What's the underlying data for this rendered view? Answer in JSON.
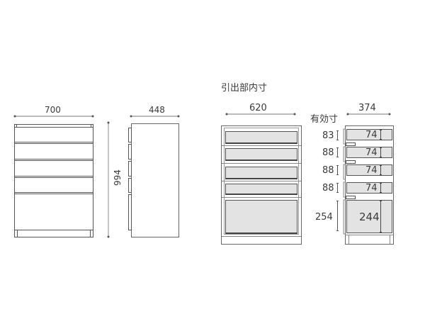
{
  "section_title": "引出部内寸",
  "effective_label": "有効寸",
  "front_view": {
    "width_label": "700"
  },
  "side_view": {
    "depth_label": "448",
    "height_label": "994"
  },
  "inner_front_view": {
    "width_label": "620"
  },
  "inner_side_view": {
    "depth_label": "374",
    "drawers": [
      {
        "effective": "83",
        "inner": "74"
      },
      {
        "effective": "88",
        "inner": "74"
      },
      {
        "effective": "88",
        "inner": "74"
      },
      {
        "effective": "88",
        "inner": "74"
      },
      {
        "effective": "254",
        "inner": "244"
      }
    ]
  },
  "colors": {
    "line": "#555555",
    "dim_line": "#888888",
    "drawer_fill": "#e2e3e2",
    "text": "#3a3a3a"
  }
}
